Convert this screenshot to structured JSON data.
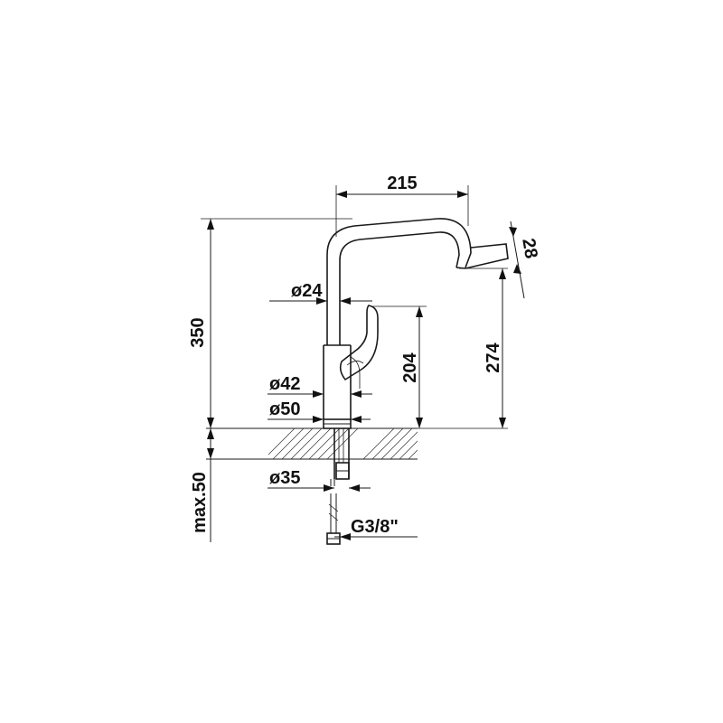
{
  "dimensions": {
    "spout_reach": "215",
    "spout_outlet_diameter": "28",
    "body_diameter_top": "ø24",
    "lever_height": "204",
    "outlet_height": "274",
    "total_height": "350",
    "base_diameter_inner": "ø42",
    "base_diameter_outer": "ø50",
    "shank_diameter": "ø35",
    "max_countertop_thickness": "max.50",
    "connection_thread": "G3/8\""
  }
}
